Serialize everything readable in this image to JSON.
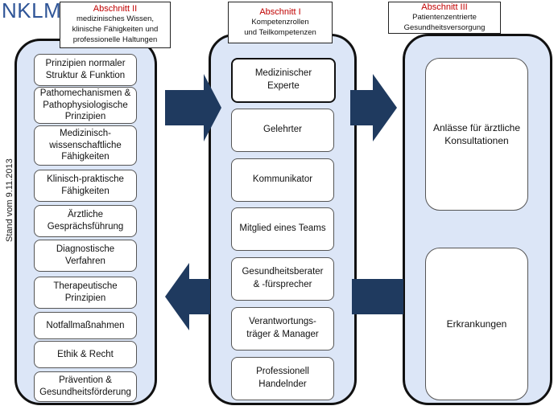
{
  "title": "NKLM",
  "side_note": "Stand vom 9.11.2013",
  "sections": {
    "left": {
      "heading": "Abschnitt II",
      "subtitle": "medizinisches Wissen,\nklinische Fähigkeiten und\nprofessionelle Haltungen",
      "items": [
        "Prinzipien normaler\nStruktur & Funktion",
        "Pathomechanismen &\nPathophysiologische\nPrinzipien",
        "Medizinisch-\nwissenschaftliche\nFähigkeiten",
        "Klinisch-praktische\nFähigkeiten",
        "Ärztliche\nGesprächsführung",
        "Diagnostische\nVerfahren",
        "Therapeutische\nPrinzipien",
        "Notfallmaßnahmen",
        "Ethik & Recht",
        "Prävention &\nGesundheitsförderung"
      ]
    },
    "middle": {
      "heading": "Abschnitt I",
      "subtitle": "Kompetenzrollen\nund Teilkompetenzen",
      "items": [
        "Medizinischer\nExperte",
        "Gelehrter",
        "Kommunikator",
        "Mitglied eines Teams",
        "Gesundheitsberater\n& -fürsprecher",
        "Verantwortungs-\nträger & Manager",
        "Professionell\nHandelnder"
      ]
    },
    "right": {
      "heading": "Abschnitt III",
      "subtitle": "Patientenzentrierte\nGesundheitsversorgung",
      "items": [
        "Anlässe für ärztliche\nKonsultationen",
        "Erkrankungen"
      ]
    }
  },
  "colors": {
    "column_fill": "#dce6f7",
    "arrow": "#1f3a5f",
    "heading_red": "#c00000",
    "title_blue": "#2f5597"
  }
}
